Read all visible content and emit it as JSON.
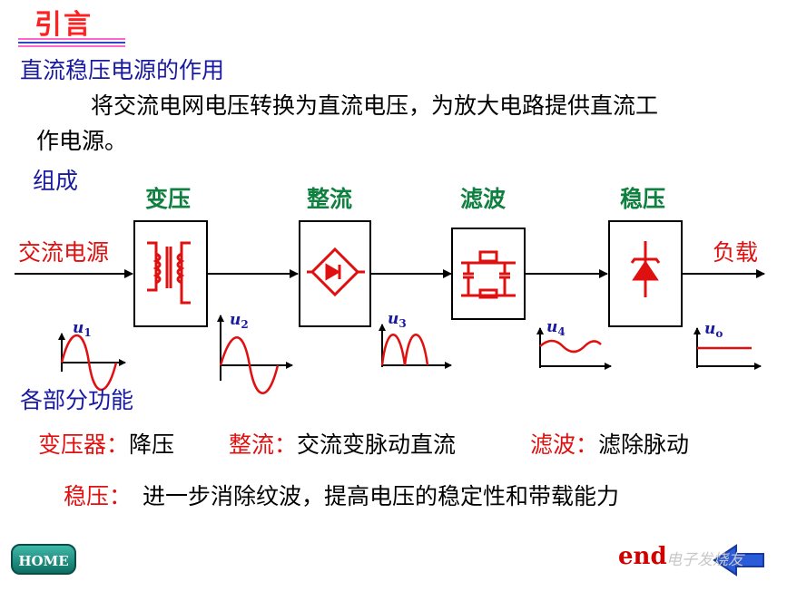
{
  "title": "引言",
  "section1": {
    "heading": "直流稳压电源的作用",
    "text_line1": "将交流电网电压转换为直流电压，为放大电路提供直流工",
    "text_line2": "作电源。"
  },
  "composition_label": "组成",
  "diagram": {
    "input_label": "交流电源",
    "output_label": "负载",
    "blocks": [
      "变压",
      "整流",
      "滤波",
      "稳压"
    ],
    "wave_labels": {
      "u1": {
        "base": "u",
        "sub": "1"
      },
      "u2": {
        "base": "u",
        "sub": "2"
      },
      "u3": {
        "base": "u",
        "sub": "3"
      },
      "u4": {
        "base": "u",
        "sub": "4"
      },
      "uo": {
        "base": "u",
        "sub": "o"
      }
    }
  },
  "functions": {
    "heading": "各部分功能",
    "row1": [
      {
        "name": "变压器：",
        "desc": "降压"
      },
      {
        "name": "整流：",
        "desc": "交流变脉动直流"
      },
      {
        "name": "滤波：",
        "desc": "滤除脉动"
      }
    ],
    "row2": {
      "name": "稳压：",
      "desc": "进一步消除纹波，提高电压的稳定性和带载能力"
    }
  },
  "nav": {
    "home_label": "HOME",
    "end_label": "end"
  },
  "watermark": "电子发烧友",
  "colors": {
    "title": "#ff2020",
    "heading": "#1a1aa0",
    "red": "#e01010",
    "green": "#108040"
  }
}
